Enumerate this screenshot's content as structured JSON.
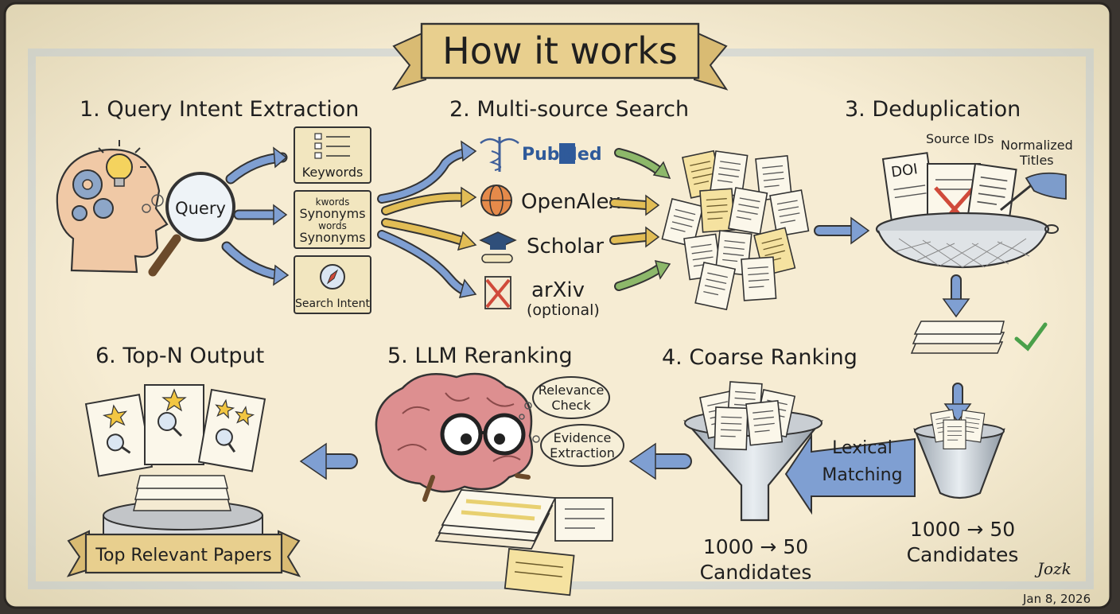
{
  "header": {
    "title": "How it works"
  },
  "steps": {
    "s1": "1. Query Intent Extraction",
    "s2": "2. Multi-source Search",
    "s3": "3. Deduplication",
    "s4": "4. Coarse Ranking",
    "s5": "5. LLM Reranking",
    "s6": "6. Top-N Output"
  },
  "step1": {
    "query": "Query",
    "keywords": "Keywords",
    "syn_small_1": "kwords",
    "syn_big_1": "Synonyms",
    "syn_small_2": "words",
    "syn_big_2": "Synonyms",
    "intent": "Search Intent"
  },
  "sources": {
    "pubmed_pub": "Pub",
    "pubmed_med": "Med",
    "openalex": "OpenAlex",
    "scholar": "Scholar",
    "arxiv": "arXiv",
    "arxiv_note": "(optional)"
  },
  "step3": {
    "source_ids": "Source IDs",
    "normalized_1": "Normalized",
    "normalized_2": "Titles",
    "doi": "DOI"
  },
  "dedup_result": {
    "count": "1000 → 50",
    "unit": "Candidates"
  },
  "step4": {
    "lexical_1": "Lexical",
    "lexical_2": "Matching",
    "count": "1000 → 50",
    "unit": "Candidates"
  },
  "step5": {
    "bubble1_1": "Relevance",
    "bubble1_2": "Check",
    "bubble2_1": "Evidence",
    "bubble2_2": "Extraction"
  },
  "step6": {
    "banner": "Top Relevant Papers"
  },
  "footer": {
    "date": "Jan 8, 2026",
    "signature": "Jozk"
  },
  "colors": {
    "paper": "#f4ead2",
    "blue_arrow": "#7f9fd2",
    "yellow_arrow": "#e2bd55",
    "green_arrow": "#8db86a",
    "banner": "#e8cf8e",
    "brain": "#dd8f90",
    "red_x": "#d04a3a",
    "check": "#4aa04a"
  }
}
